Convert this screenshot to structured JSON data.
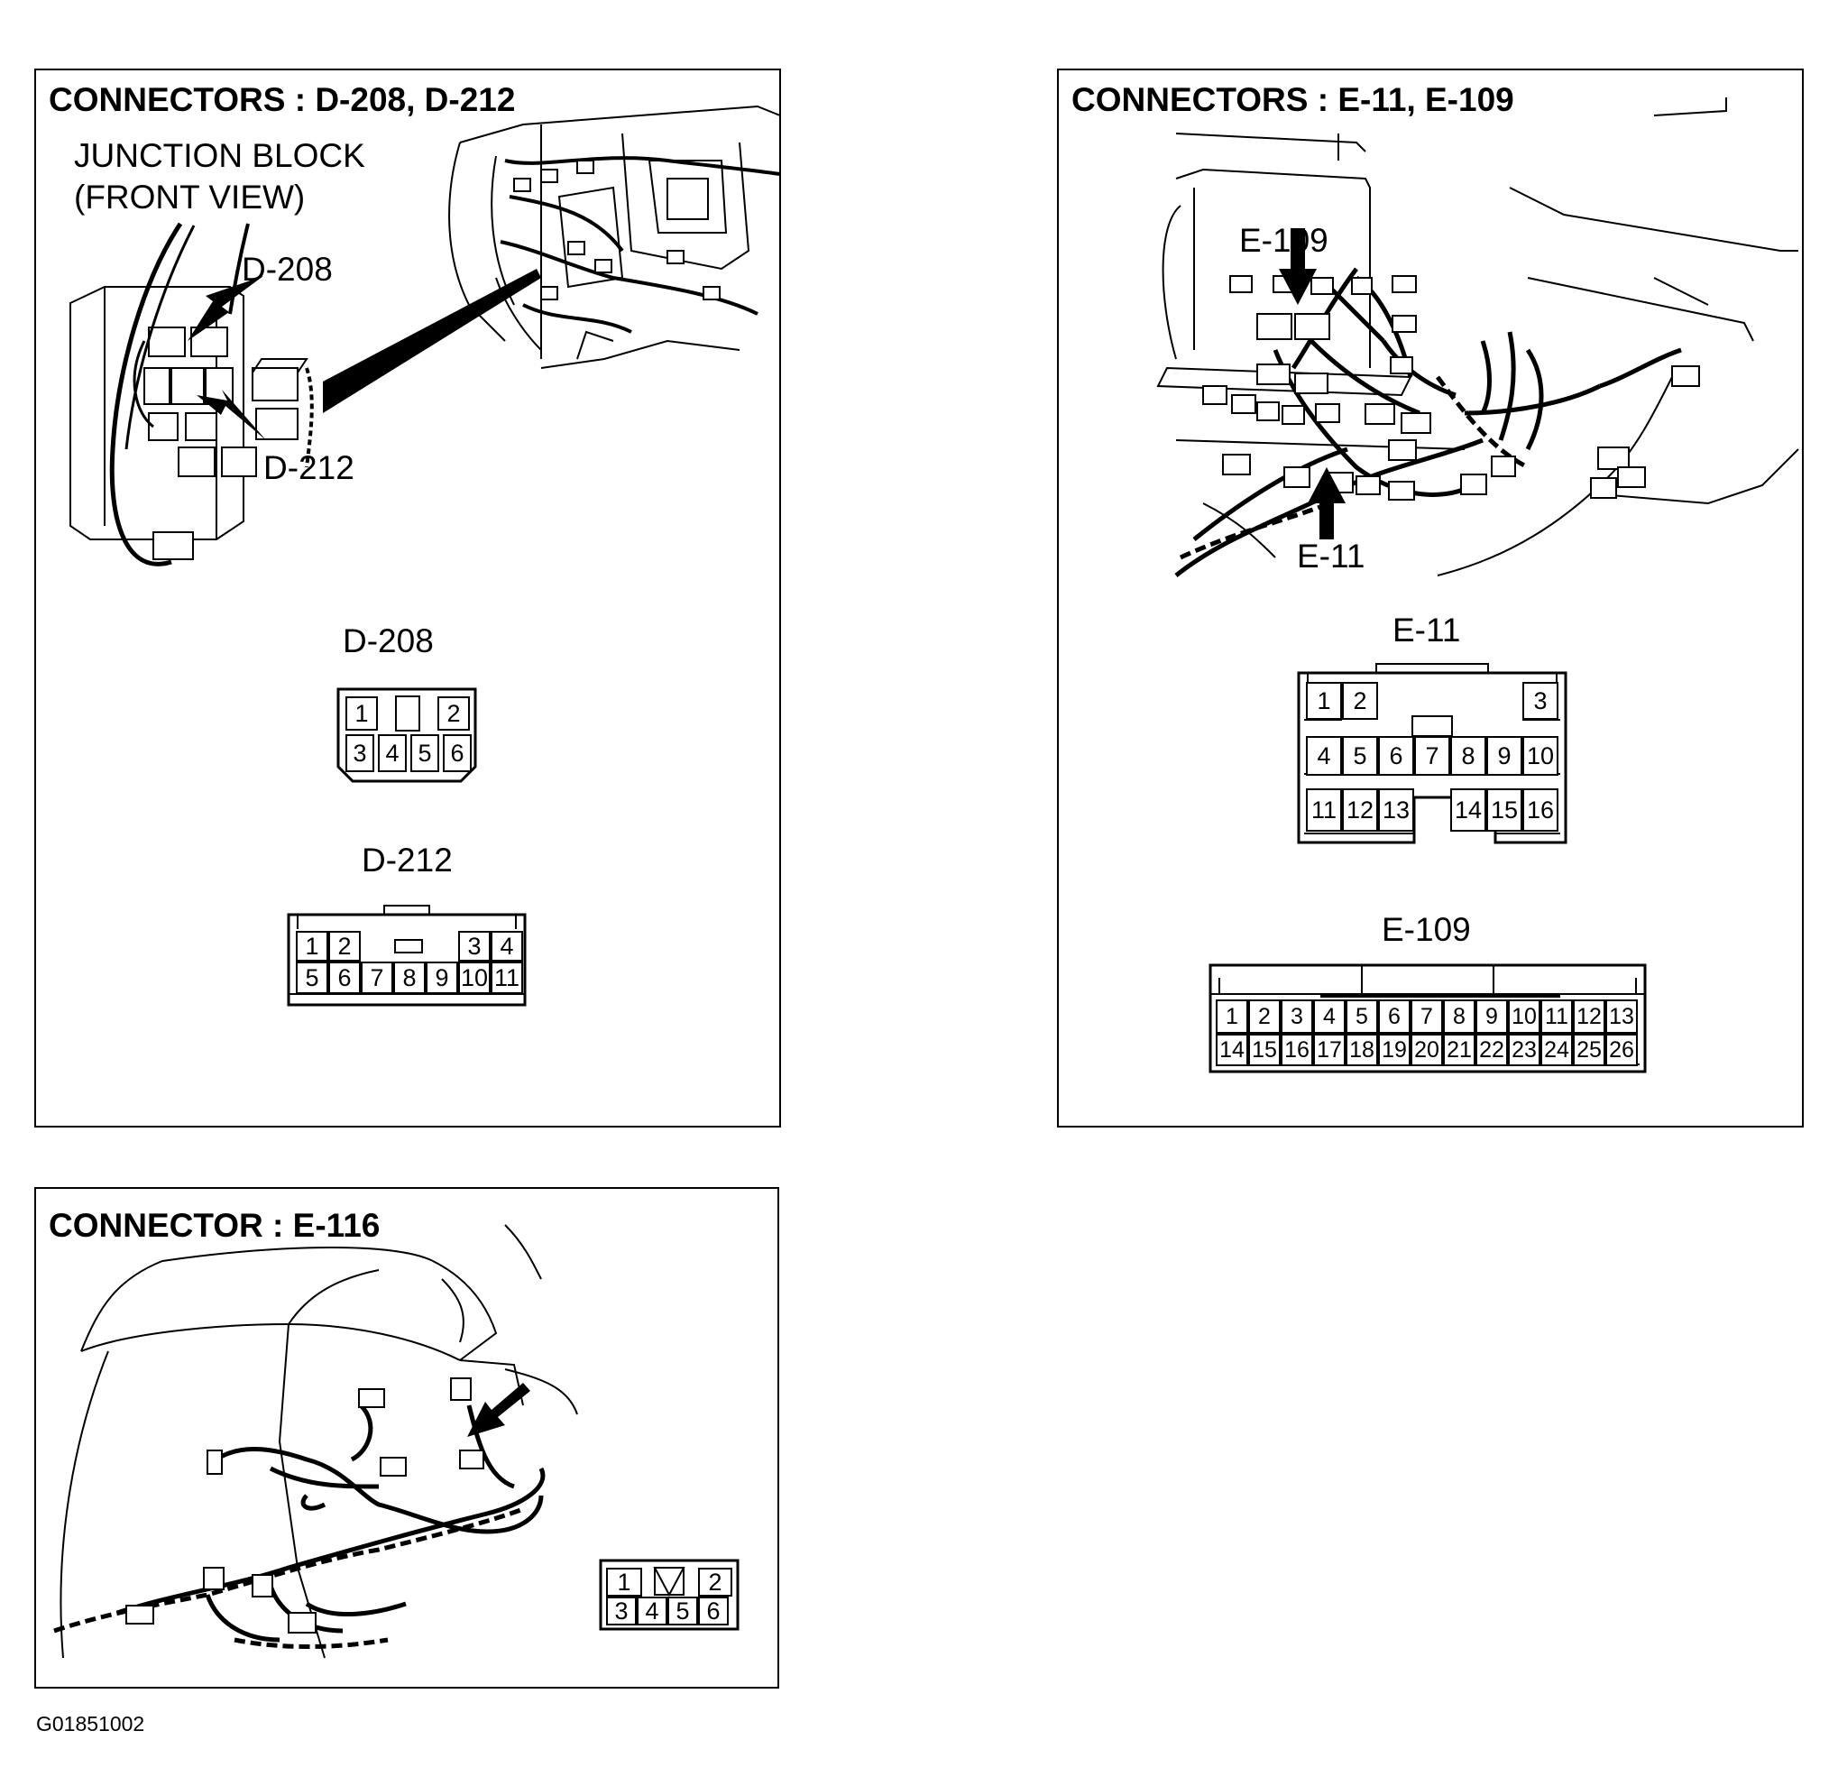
{
  "panel_d": {
    "title": "CONNECTORS : D-208, D-212",
    "junction": [
      "JUNCTION BLOCK",
      "(FRONT VIEW)"
    ],
    "callouts": [
      "D-208",
      "D-212"
    ],
    "d208": {
      "label": "D-208",
      "pins": [
        "1",
        "2",
        "3",
        "4",
        "5",
        "6"
      ]
    },
    "d212": {
      "label": "D-212",
      "pins": [
        "1",
        "2",
        "3",
        "4",
        "5",
        "6",
        "7",
        "8",
        "9",
        "10",
        "11"
      ]
    }
  },
  "panel_e": {
    "title": "CONNECTORS : E-11, E-109",
    "callouts": [
      "E-109",
      "E-11"
    ],
    "e11": {
      "label": "E-11",
      "pins": [
        "1",
        "2",
        "3",
        "4",
        "5",
        "6",
        "7",
        "8",
        "9",
        "10",
        "11",
        "12",
        "13",
        "14",
        "15",
        "16"
      ]
    },
    "e109": {
      "label": "E-109",
      "pins": [
        "1",
        "2",
        "3",
        "4",
        "5",
        "6",
        "7",
        "8",
        "9",
        "10",
        "11",
        "12",
        "13",
        "14",
        "15",
        "16",
        "17",
        "18",
        "19",
        "20",
        "21",
        "22",
        "23",
        "24",
        "25",
        "26"
      ]
    }
  },
  "panel_e116": {
    "title": "CONNECTOR : E-116",
    "pins": [
      "1",
      "2",
      "3",
      "4",
      "5",
      "6"
    ]
  },
  "figure_id": "G01851002"
}
